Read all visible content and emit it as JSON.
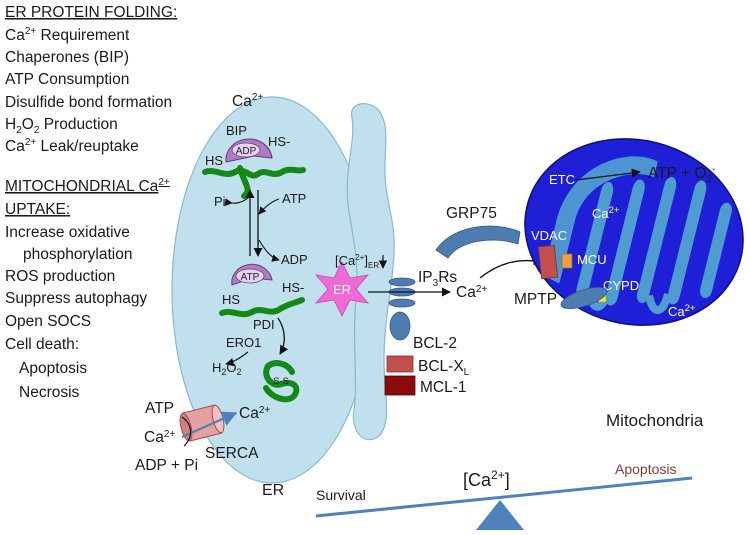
{
  "left_panel": {
    "er_header": "ER PROTEIN FOLDING",
    "er_items": [
      {
        "base": "Ca",
        "sup": "2+",
        "rest": " Requirement"
      },
      {
        "text": "Chaperones (BIP)"
      },
      {
        "text": "ATP Consumption"
      },
      {
        "text": "Disulfide bond formation"
      },
      {
        "base": "H",
        "sub1": "2",
        "mid": "O",
        "sub2": "2",
        "rest": " Production"
      },
      {
        "base": "Ca",
        "sup": "2+",
        "rest": " Leak/reuptake"
      }
    ],
    "mito_header_line1_base": "MITOCHONDRIAL Ca",
    "mito_header_line1_sup": "2+",
    "mito_header_line2": "UPTAKE",
    "mito_items": [
      "Increase oxidative",
      "phosphorylation",
      "ROS production",
      "Suppress autophagy",
      "Open SOCS",
      "Cell death:",
      "Apoptosis",
      "Necrosis"
    ]
  },
  "er_cell": {
    "ca_label": {
      "base": "Ca",
      "sup": "2+"
    },
    "bip": "BIP",
    "adp_badge": "ADP",
    "atp_badge": "ATP",
    "hs_left_top": "HS",
    "hs_right_top": "HS-",
    "hs_left_bottom": "HS",
    "hs_right_bottom": "HS-",
    "pi": "Pi",
    "atp_top": "ATP",
    "adp_right": "ADP",
    "pdi": "PDI",
    "ero1": "ERO1",
    "h2o2": {
      "base": "H",
      "sub1": "2",
      "mid": "O",
      "sub2": "2"
    },
    "ss": "S-S",
    "er_star": "ER",
    "ca_er": {
      "open": "[Ca",
      "sup": "2+",
      "close": "]",
      "sub": "ER"
    },
    "serca": "SERCA",
    "serca_atp": "ATP",
    "serca_ca_in": {
      "base": "Ca",
      "sup": "2+"
    },
    "serca_ca_out": {
      "base": "Ca",
      "sup": "2+"
    },
    "adp_pi": "ADP + Pi",
    "er_label": "ER"
  },
  "mam": {
    "ip3rs": {
      "base": "IP",
      "sub": "3",
      "rest": "Rs"
    },
    "ip3_ca": {
      "base": "Ca",
      "sup": "2+"
    },
    "bcl2": "BCL-2",
    "bclxl": {
      "base": "BCL-X",
      "sub": "L"
    },
    "mcl1": "MCL-1",
    "grp75": "GRP75"
  },
  "mito": {
    "etc": "ETC",
    "atp_o2": {
      "text": "ATP + O",
      "sub": "2",
      "sup": "-"
    },
    "ca_top": {
      "base": "Ca",
      "sup": "2+"
    },
    "ca_bottom": {
      "base": "Ca",
      "sup": "2+"
    },
    "vdac": "VDAC",
    "mcu": "MCU",
    "cypd": "CYPD",
    "mptp": "MPTP",
    "label": "Mitochondria"
  },
  "balance": {
    "survival": "Survival",
    "ca": {
      "open": "[Ca",
      "sup": "2+",
      "close": "]"
    },
    "apoptosis": "Apoptosis"
  },
  "colors": {
    "er_fill": "#bfe0ec",
    "mito_fill": "#1f1fd8",
    "mito_cristae": "#4f9cd0",
    "chain_green": "#138a17",
    "bip_purple": "#b07cc0",
    "star_pink": "#f06ad6",
    "receptor_blue": "#4f7cb0",
    "bcl_red": "#c0504d",
    "mcl_red": "#8b0a0a",
    "apoptosis_text": "#8b3a3a",
    "lever_blue": "#4f81bd"
  }
}
